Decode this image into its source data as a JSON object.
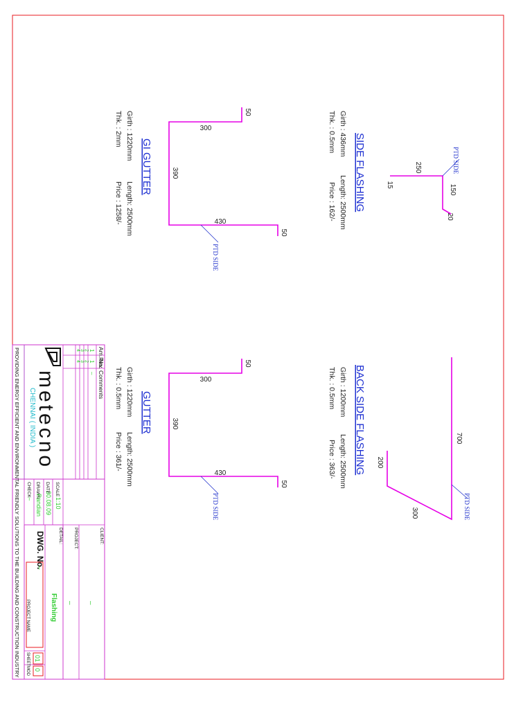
{
  "colors": {
    "border": "#e8191f",
    "profile": "#e600e6",
    "dimension": "#202020",
    "title": "#1d2fd1",
    "callout": "#2233cc",
    "table_line": "#cc33cc",
    "value_green": "#33cc33",
    "logo_cyan": "#22bbcc",
    "logo_dark": "#111111"
  },
  "drawings": {
    "side_flashing": {
      "title": "SIDE FLASHING",
      "girth": "Girth : 436mm",
      "length": "Length: 2500mm",
      "thk": "Thk.  : 0.5mm",
      "price": "Price : 162/-",
      "dims": {
        "d250": "250",
        "d150": "150",
        "d15": "15",
        "d20": "20"
      },
      "ptd": "PTD SIDE"
    },
    "gi_gutter": {
      "title": "GI GUTTER",
      "girth": "Girth : 1220mm",
      "length": "Length: 2500mm",
      "thk": "Thk.  : 2mm",
      "price": "Price : 1258/-",
      "dims": {
        "d50a": "50",
        "d300": "300",
        "d390": "390",
        "d430": "430",
        "d50b": "50"
      },
      "ptd": "PTD SIDE"
    },
    "back_side_flashing": {
      "title": "BACK SIDE FLASHING",
      "girth": "Girth : 1200mm",
      "length": "Length: 2500mm",
      "thk": "Thk.  : 0.5mm",
      "price": "Price : 363/-",
      "dims": {
        "d700": "700",
        "d200": "200",
        "d300": "300"
      },
      "ptd": "PTD SIDE"
    },
    "gutter": {
      "title": "GUTTER",
      "girth": "Girth : 1220mm",
      "length": "Length: 2500mm",
      "thk": "Thk.  : 0.5mm",
      "price": "Price : 361/-",
      "dims": {
        "d50a": "50",
        "d300": "300",
        "d390": "390",
        "d430": "430",
        "d50b": "50"
      },
      "ptd": "PTD SIDE"
    }
  },
  "title_block": {
    "revision_headers": {
      "amno": "Am. No.",
      "rev": "Rev.",
      "comments": "Comments"
    },
    "revision_rows": [
      {
        "no": "1",
        "rev": "1",
        "comment": "–"
      },
      {
        "no": "2",
        "rev": "2",
        "comment": ""
      },
      {
        "no": "3",
        "rev": "3",
        "comment": ""
      },
      {
        "no": "4",
        "rev": "4",
        "comment": ""
      }
    ],
    "logo_word": "metecno",
    "location": "CHENNAI ( INDIA )",
    "scale_label": "SCALE",
    "scale_value": "1:10",
    "date_label": "DATE",
    "date_value": "30.08.09",
    "drawn_label": "DRAWN",
    "drawn_value": "Pandian",
    "check_label": "CHECK",
    "check_value": "–",
    "client_label": "CLIENT:",
    "client_value": "–",
    "project_label": "PROJECT:",
    "project_value": "–",
    "detail_label": "DETAIL:",
    "detail_value": "Flashing",
    "dwg_label": "DWG. No.",
    "dwg_value": "–",
    "project_name_label": "PROJECT NAME",
    "sheet_label": "SHEET",
    "mod_label": "MOD",
    "sheet_value": "01",
    "mod_value": "0",
    "tagline": "PROVIDING ENERGY EFFICIENT AND ENVIRONMENTAL FRIENDLY SOLUTIONS TO THE BUILDING AND CONSTRUCTION INDUSTRY"
  }
}
